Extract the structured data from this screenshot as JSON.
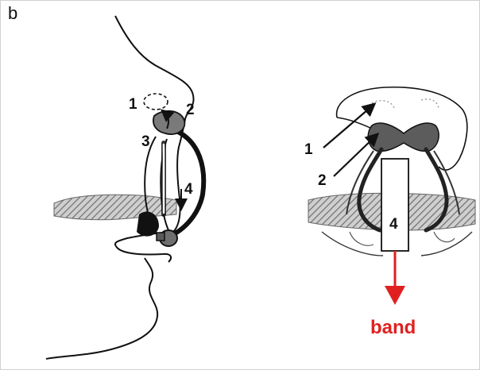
{
  "panel_label": "b",
  "left_figure": {
    "labels": [
      "1",
      "2",
      "3",
      "4"
    ]
  },
  "right_figure": {
    "labels": [
      "1",
      "2",
      "4"
    ],
    "arrow_label": "band"
  },
  "colors": {
    "line": "#111111",
    "accent_red": "#e02020",
    "fill_gray": "#7a7a7a",
    "hatch_gray": "#9a9a9a"
  }
}
